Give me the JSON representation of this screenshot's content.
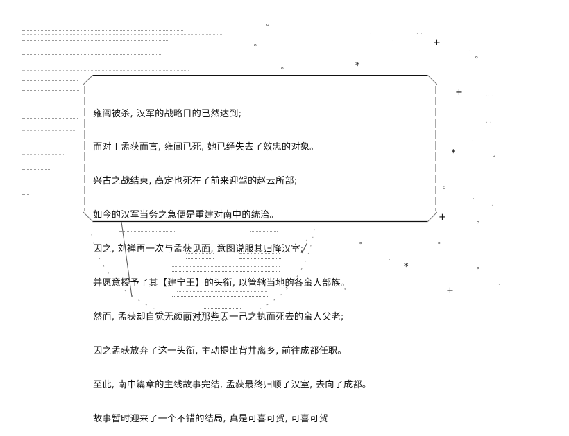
{
  "scene": {
    "type": "ascii-art-dialogue",
    "background": "#ffffff",
    "text_color": "#111111"
  },
  "dialogue_box": {
    "lines": [
      "雍闿被杀, 汉军的战略目的已然达到;",
      "而对于孟获而言, 雍闿已死, 她已经失去了效忠的对象。",
      "兴古之战结束, 高定也死在了前来迎驾的赵云所部;",
      "如今的汉军当务之急便是重建对南中的统治。",
      "因之, 刘禅再一次与孟获见面, 意图说服其归降汉室;",
      "并愿意授予了其【建宁王】的头衔, 以管辖当地的各蛮人部族。",
      "然而, 孟获却自觉无颜面对那些因一己之执而死去的蛮人父老;",
      "因之孟获放弃了这一头衔, 主动提出背井离乡, 前往成都任职。",
      "至此, 南中篇章的主线故事完结, 孟获最终归顺了汉室, 去向了成都。",
      "故事暂时迎来了一个不错的结局, 真是可喜可贺, 可喜可贺——"
    ]
  },
  "decorations": {
    "stars": [
      "*",
      "*",
      "+",
      "+",
      "+",
      "+",
      "。",
      "。",
      "。",
      "。"
    ]
  }
}
